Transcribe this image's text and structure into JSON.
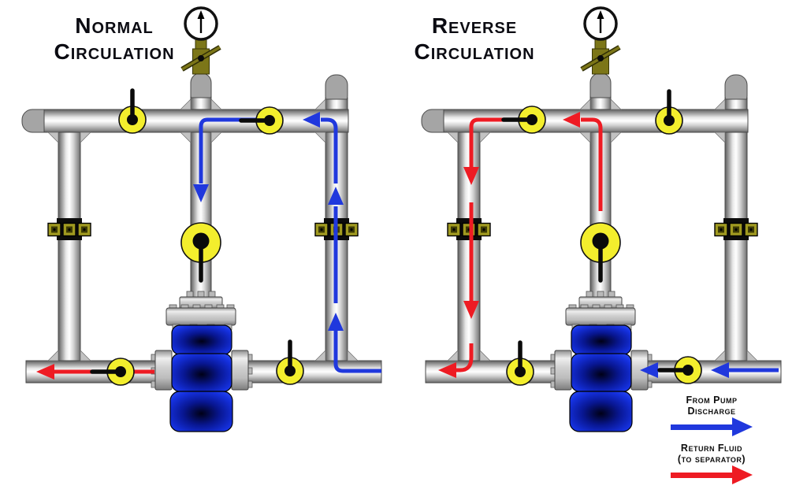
{
  "page": {
    "background": "#ffffff"
  },
  "colors": {
    "pump_blue": "#2038dd",
    "return_red": "#ee1b23",
    "valve_yellow": "#f3ee2d",
    "brass_olive": "#7c7618",
    "choke_blue": "#1c35ea",
    "pipe_gray": "#c0c0c0",
    "title_ink": "#0b0b12"
  },
  "diagrams": [
    {
      "id": "normal-circulation",
      "title": "Normal Circulation",
      "flow_sequence": "Blue pump flow enters at lower right, rises up the right riser, crosses the header leftward, descends the center stem through the choke valve; red return fluid exits the lower-left outlet.",
      "valves": [
        {
          "name": "header-left-valve",
          "handle": "up"
        },
        {
          "name": "header-right-valve",
          "handle": "left"
        },
        {
          "name": "stem-valve",
          "handle": "down"
        },
        {
          "name": "outlet-left-valve",
          "handle": "left"
        },
        {
          "name": "outlet-right-valve",
          "handle": "up"
        }
      ],
      "components": [
        "pressure-gauge",
        "needle-valve",
        "pipe-couplings",
        "choke-valve"
      ]
    },
    {
      "id": "reverse-circulation",
      "title": "Reverse Circulation",
      "flow_sequence": "Blue pump flow enters at lower right toward the choke valve; red return fluid rises up the center stem, crosses the header leftward and descends the left riser to the lower-left outlet.",
      "valves": [
        {
          "name": "header-left-valve",
          "handle": "left"
        },
        {
          "name": "header-right-valve",
          "handle": "up"
        },
        {
          "name": "stem-valve",
          "handle": "down"
        },
        {
          "name": "outlet-left-valve",
          "handle": "up"
        },
        {
          "name": "outlet-right-valve",
          "handle": "left"
        }
      ],
      "components": [
        "pressure-gauge",
        "needle-valve",
        "pipe-couplings",
        "choke-valve"
      ]
    }
  ],
  "legend": {
    "items": [
      {
        "line1": "From Pump",
        "line2": "Discharge",
        "arrow_color_key": "pump_blue"
      },
      {
        "line1": "Return Fluid",
        "line2": "(to separator)",
        "arrow_color_key": "return_red"
      }
    ]
  }
}
